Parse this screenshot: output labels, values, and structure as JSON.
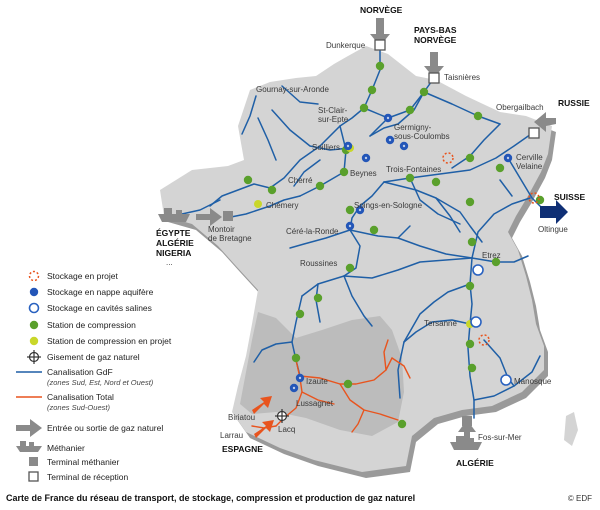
{
  "colors": {
    "land": "#d4d4d4",
    "sea": "#ffffff",
    "southwest_region": "#bcbcbc",
    "pipeline_gdf": "#1f5fa6",
    "pipeline_total": "#e8541e",
    "compression": "#5aa02c",
    "compression_project": "#c9d72a",
    "storage_aquifer": "#2356b8",
    "storage_salt": "#2a62c0",
    "storage_project": "#e8541e",
    "arrow_grey": "#8a8a8a",
    "arrow_suisse": "#0f2f75"
  },
  "labels": {
    "places": {
      "dunkerque": "Dunkerque",
      "taisnieres": "Taisnières",
      "obergailbach": "Obergailbach",
      "gournay": "Gournay-sur-Aronde",
      "stclair": "St-Clair-\nsur-Epte",
      "germigny": "Germigny-\nsous-Coulombs",
      "soilliers": "Soilliers",
      "beynes": "Beynes",
      "troisfontaines": "Trois-Fontaines",
      "cerville": "Cerville\nVelaine",
      "cherre": "Cherré",
      "chemery": "Chémery",
      "soings": "Soings-en-Sologne",
      "montoir": "Montoir\nde Bretagne",
      "cere": "Céré-la-Ronde",
      "oltingue": "Oltingue",
      "etrez": "Etrez",
      "roussines": "Roussines",
      "tersanne": "Tersanne",
      "manosque": "Manosque",
      "izaute": "Izaute",
      "lussagnet": "Lussagnet",
      "lacq": "Lacq",
      "biriatou": "Biriatou",
      "larrau": "Larrau",
      "fos": "Fos-sur-Mer"
    },
    "countries": {
      "norvege": "NORVÈGE",
      "paysbas": "PAYS-BAS\nNORVÈGE",
      "russie": "RUSSIE",
      "suisse": "SUISSE",
      "espagne": "ESPAGNE",
      "algerie_sud": "ALGÉRIE",
      "lng_sources": "ÉGYPTE\nALGÉRIE\nNIGERIA\n..."
    }
  },
  "legend": [
    {
      "key": "storage_project",
      "label": "Stockage en projet"
    },
    {
      "key": "storage_aquifer",
      "label": "Stockage en nappe aquifère"
    },
    {
      "key": "storage_salt",
      "label": "Stockage en cavités salines"
    },
    {
      "key": "compression",
      "label": "Station de compression"
    },
    {
      "key": "compression_project",
      "label": "Station de compression en projet"
    },
    {
      "key": "gas_field",
      "label": "Gisement de gaz naturel"
    },
    {
      "key": "pipeline_gdf",
      "label": "Canalisation GdF",
      "sub": "(zones Sud, Est, Nord et Ouest)"
    },
    {
      "key": "pipeline_total",
      "label": "Canalisation Total",
      "sub": "(zones Sud-Ouest)"
    },
    {
      "key": "entry",
      "label": "Entrée ou sortie de gaz naturel"
    },
    {
      "key": "lng_carrier",
      "label": "Méthanier"
    },
    {
      "key": "lng_terminal",
      "label": "Terminal méthanier"
    },
    {
      "key": "reception_terminal",
      "label": "Terminal de réception"
    }
  ],
  "caption": "Carte de France du réseau de transport, de stockage, compression et production de gaz naturel",
  "credit": "© EDF"
}
